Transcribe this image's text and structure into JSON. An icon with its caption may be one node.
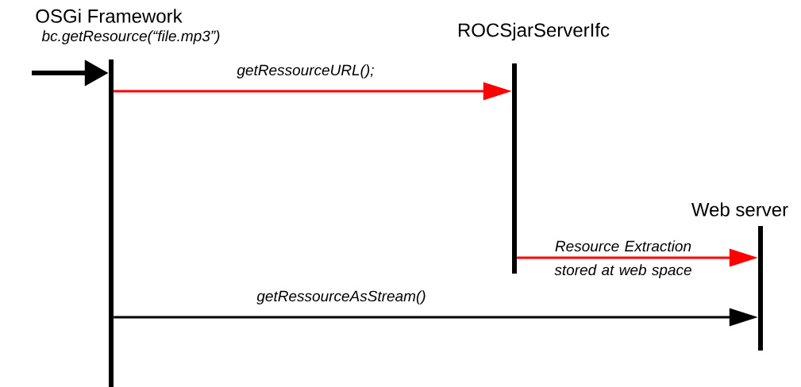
{
  "diagram": {
    "nodes": [
      {
        "text": [
          "OSGi Framework"
        ]
      },
      {
        "text": [
          "ROCSjarServerIfc"
        ]
      },
      {
        "text": [
          "Web server"
        ]
      }
    ],
    "edges": [
      {
        "from": null,
        "to": 0,
        "arrow": "to",
        "label": "bc.getResource(“file.mp3”)",
        "style": "thick"
      },
      {
        "from": 0,
        "to": 1,
        "arrow": "to",
        "label": "getRessourceURL();",
        "color": "#ff0000"
      },
      {
        "from": 1,
        "to": 2,
        "arrow": "to",
        "label": "Resource Extraction stored at web space",
        "color": "#ff0000"
      },
      {
        "from": 0,
        "to": 2,
        "arrow": "to",
        "label": "getRessourceAsStream()"
      }
    ]
  }
}
